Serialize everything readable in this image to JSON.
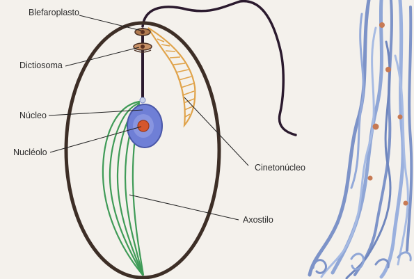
{
  "labels": {
    "blefaroplasto": "Blefaroplasto",
    "dictiosoma": "Dictiosoma",
    "nucleo": "Núcleo",
    "nucleolo": "Nucléolo",
    "cinetonucleo": "Cinetonúcleo",
    "axostilo": "Axostilo"
  },
  "colors": {
    "background": "#f4f1ec",
    "cell_outline": "#3d2e26",
    "flagellum": "#2b1a2e",
    "axostyle": "#3f9b57",
    "cinetonucleus": "#e0a34a",
    "nucleus": "#6f7fd6",
    "nucleolus": "#d4562d",
    "organism_strands": "#8fa6d6"
  }
}
